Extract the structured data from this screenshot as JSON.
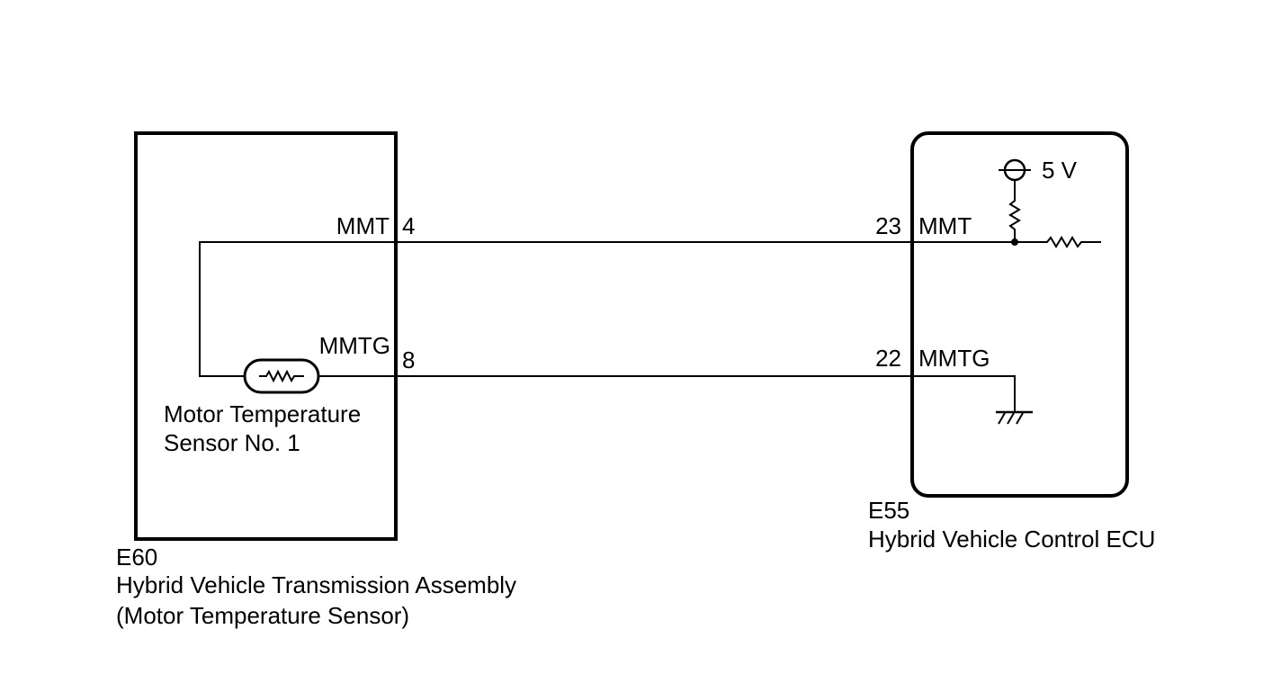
{
  "left_component": {
    "code": "E60",
    "name": "Hybrid Vehicle Transmission Assembly",
    "subname": "(Motor Temperature Sensor)",
    "sensor_label_line1": "Motor Temperature",
    "sensor_label_line2": "Sensor No. 1",
    "pins": [
      {
        "signal": "MMT",
        "number": "4"
      },
      {
        "signal": "MMTG",
        "number": "8"
      }
    ]
  },
  "right_component": {
    "code": "E55",
    "name": "Hybrid Vehicle Control ECU",
    "supply_label": "5 V",
    "pins": [
      {
        "signal": "MMT",
        "number": "23"
      },
      {
        "signal": "MMTG",
        "number": "22"
      }
    ]
  }
}
